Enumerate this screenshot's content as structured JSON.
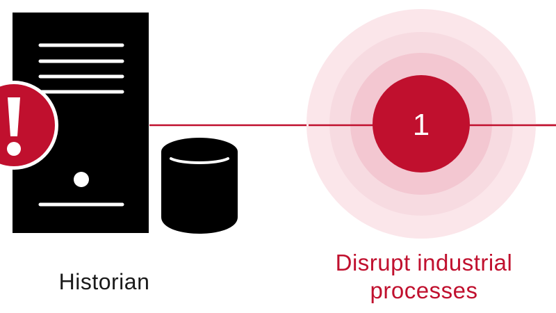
{
  "diagram": {
    "node_historian": {
      "label": "Historian",
      "alert_symbol": "!"
    },
    "step": {
      "number": "1",
      "label_line1": "Disrupt industrial",
      "label_line2": "processes"
    }
  },
  "colors": {
    "accent": "#c0102e",
    "ring_light": "#fbe6ea",
    "ring_mid": "#f6d0d8",
    "ring_dark": "#efb7c3",
    "server": "#000000",
    "text_dark": "#1a1a1a",
    "background": "#ffffff"
  },
  "icons": {
    "server": "server-tower-icon",
    "database": "database-cylinder-icon",
    "alert": "alert-exclamation-icon"
  }
}
